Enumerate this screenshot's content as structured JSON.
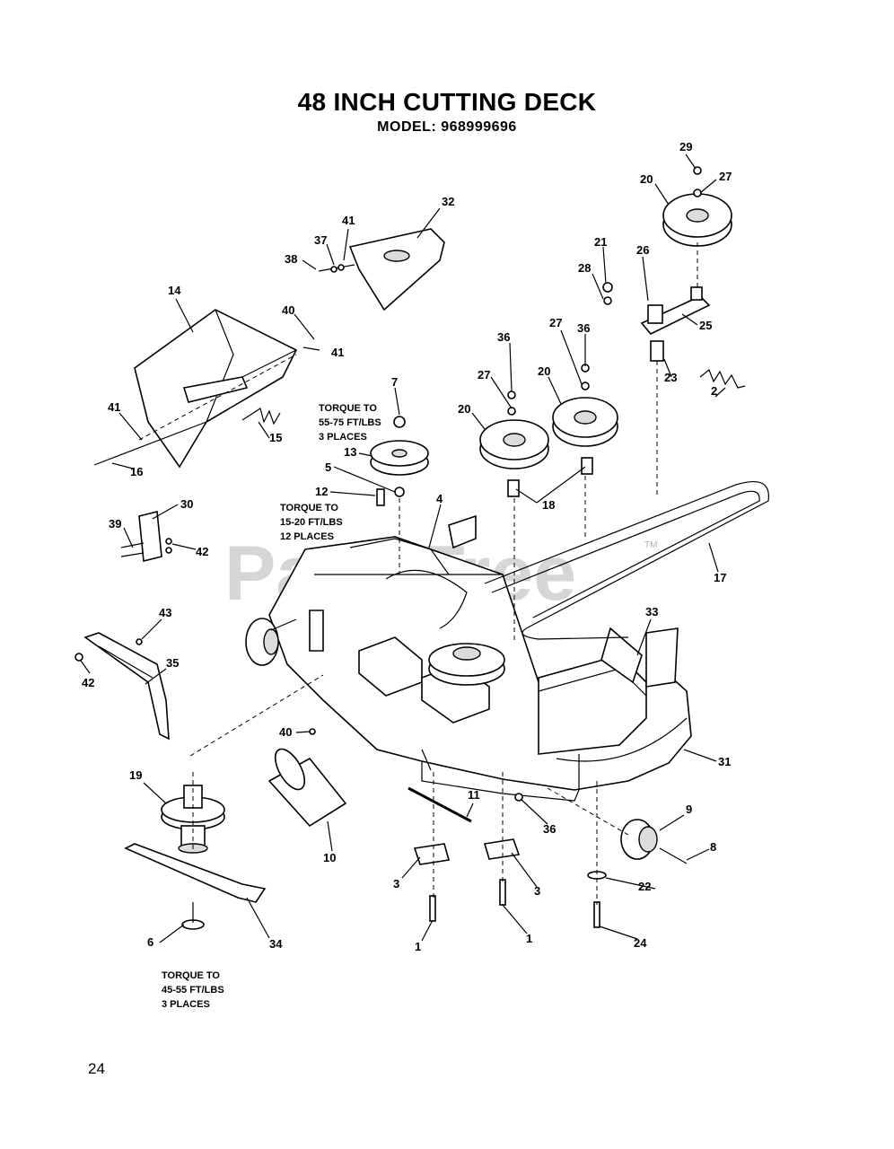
{
  "title": "48 INCH CUTTING DECK",
  "subtitle": "MODEL: 968999696",
  "watermark": "PartsTree",
  "trademark": "TM",
  "page_number": "24",
  "torque_notes": [
    {
      "line1": "TORQUE TO",
      "line2": "55-75 FT/LBS",
      "line3": "3 PLACES"
    },
    {
      "line1": "TORQUE TO",
      "line2": "15-20 FT/LBS",
      "line3": "12 PLACES"
    },
    {
      "line1": "TORQUE TO",
      "line2": "45-55 FT/LBS",
      "line3": "3 PLACES"
    }
  ],
  "callouts": [
    "29",
    "27",
    "20",
    "32",
    "41",
    "37",
    "38",
    "21",
    "26",
    "28",
    "25",
    "14",
    "40",
    "41",
    "36",
    "27",
    "20",
    "27",
    "36",
    "20",
    "23",
    "7",
    "2",
    "41",
    "15",
    "16",
    "13",
    "5",
    "20",
    "12",
    "4",
    "18",
    "30",
    "39",
    "42",
    "17",
    "43",
    "33",
    "35",
    "42",
    "40",
    "31",
    "19",
    "11",
    "9",
    "36",
    "10",
    "8",
    "3",
    "3",
    "22",
    "34",
    "6",
    "1",
    "1",
    "24"
  ]
}
